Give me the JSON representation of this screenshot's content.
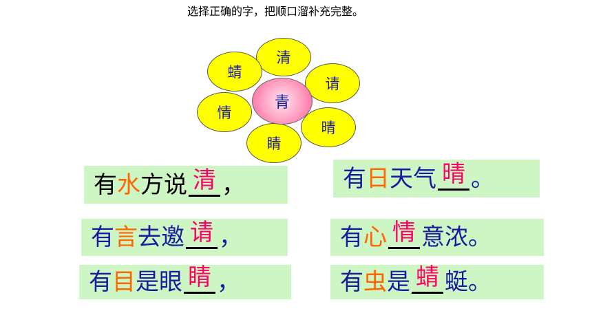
{
  "instruction": "选择正确的字，把顺口溜补充完整。",
  "flower": {
    "center": "青",
    "petals": [
      "清",
      "请",
      "晴",
      "睛",
      "情",
      "蜻"
    ]
  },
  "rhymes": [
    {
      "a": "有",
      "key": "水",
      "mid": "方说",
      "ans": "清",
      "tail": "，"
    },
    {
      "a": "有",
      "key": "日",
      "mid": "天气",
      "ans": "晴",
      "tail": "。"
    },
    {
      "a": "有",
      "key": "言",
      "mid": "去邀",
      "ans": "请",
      "tail": "，"
    },
    {
      "a": "有",
      "key": "心",
      "mid": "",
      "ans": "情",
      "tail": "意浓。"
    },
    {
      "a": "有",
      "key": "目",
      "mid": "是眼",
      "ans": "睛",
      "tail": "，"
    },
    {
      "a": "有",
      "key": "虫",
      "mid": "是",
      "ans": "蜻",
      "tail": "蜓。"
    }
  ]
}
